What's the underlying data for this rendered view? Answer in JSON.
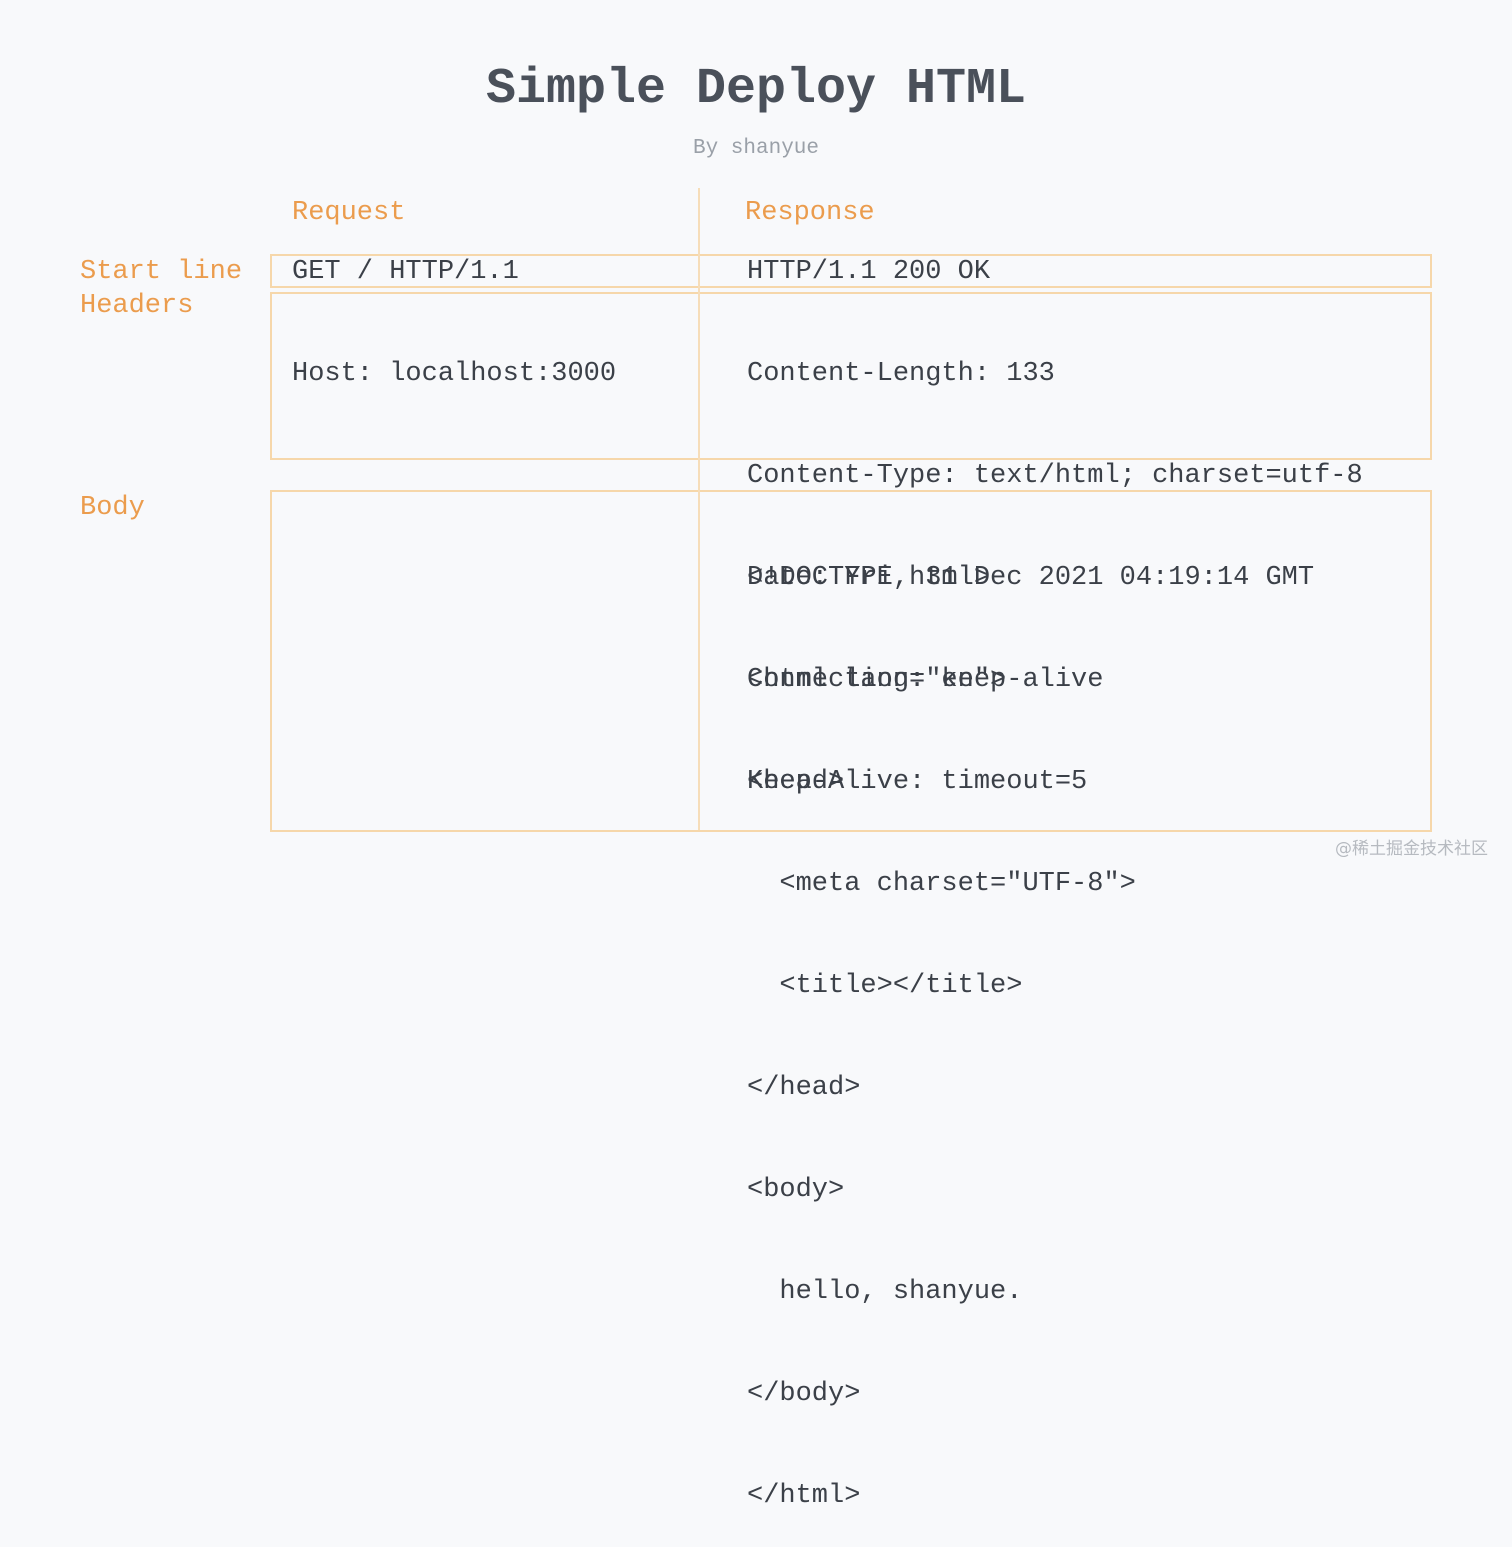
{
  "title": "Simple Deploy HTML",
  "subtitle": "By shanyue",
  "columns": {
    "request": "Request",
    "response": "Response"
  },
  "rows": {
    "start_line": "Start line",
    "headers": "Headers",
    "body": "Body"
  },
  "request": {
    "start_line": "GET / HTTP/1.1",
    "headers": [
      "Host: localhost:3000"
    ]
  },
  "response": {
    "start_line": "HTTP/1.1 200 OK",
    "headers": [
      "Content-Length: 133",
      "Content-Type: text/html; charset=utf-8",
      "Date: Fri, 31 Dec 2021 04:19:14 GMT",
      "Connection: keep-alive",
      "Keep-Alive: timeout=5"
    ],
    "body": [
      "<!DOCTYPE html>",
      "<html lang=\"en\">",
      "<head>",
      "  <meta charset=\"UTF-8\">",
      "  <title></title>",
      "</head>",
      "<body>",
      "  hello, shanyue.",
      "</body>",
      "</html>"
    ]
  },
  "watermark": "@稀土掘金技术社区",
  "colors": {
    "accent": "#eb9c4d",
    "border": "#f6d7aa",
    "text": "#3b4048",
    "title": "#4a505a",
    "background": "#f8f9fb"
  }
}
